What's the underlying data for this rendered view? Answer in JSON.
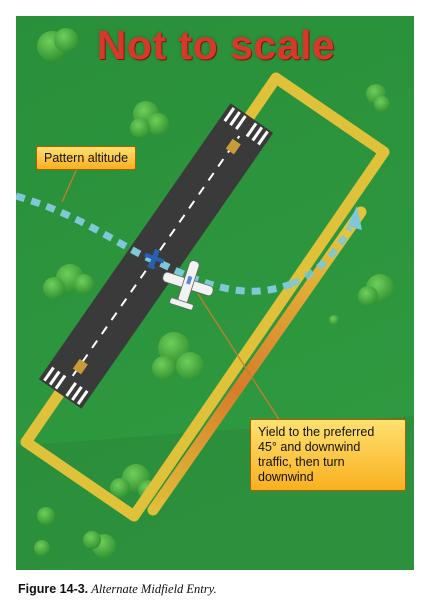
{
  "diagram": {
    "title": "Not to scale",
    "labels": {
      "pattern_altitude": "Pattern altitude",
      "yield_note": "Yield to the preferred\n45° and downwind\ntraffic, then turn\ndownwind"
    }
  },
  "caption": {
    "figure_label": "Figure 14-3.",
    "figure_title": "Alternate Midfield Entry."
  },
  "colors": {
    "ground": "#2f9a3f",
    "runway": "#3a3a3a",
    "pattern": "#e0c23a",
    "entry_path": "#7ec8d8",
    "descent_leg": "#d07a2a",
    "callout_fill": "#fdbf2f",
    "title": "#d6392a"
  },
  "icons": [
    "airplane-icon",
    "tree-icon"
  ]
}
